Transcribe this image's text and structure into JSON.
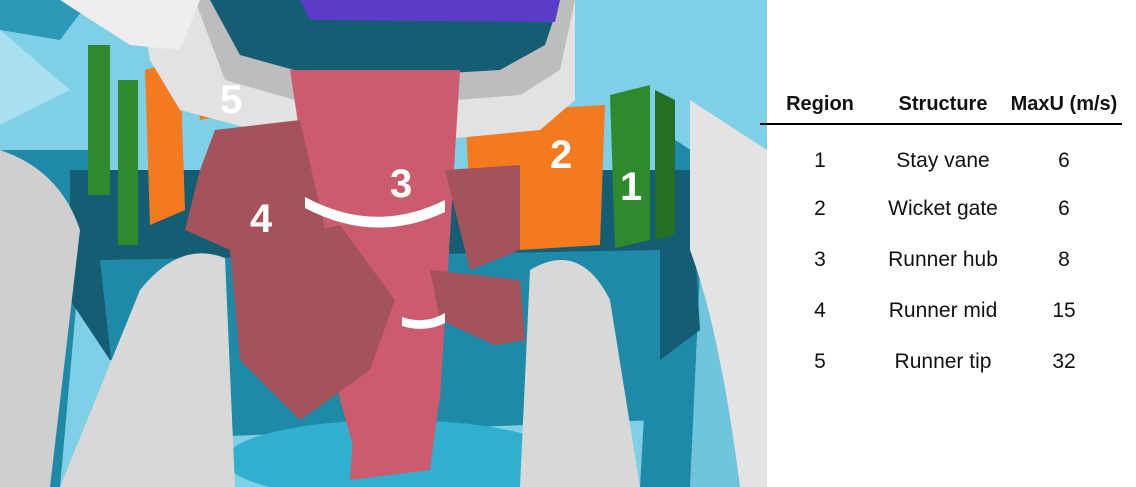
{
  "diagram": {
    "region_labels": [
      "1",
      "2",
      "3",
      "4",
      "5"
    ],
    "colors": {
      "background": "#7fcfe6",
      "pit_teal": "#1e8aa8",
      "pit_dark": "#145d73",
      "stay_vane": "#2f8a2e",
      "wicket_gate": "#f47a1f",
      "runner_hub": "#cd5b6e",
      "runner_blade": "#a5535a",
      "housing_grey": "#d8d8d8",
      "generator_top": "#5b3cc8"
    }
  },
  "table": {
    "headers": [
      "Region",
      "Structure",
      "MaxU (m/s)"
    ],
    "rows": [
      [
        "1",
        "Stay vane",
        "6"
      ],
      [
        "2",
        "Wicket gate",
        "6"
      ],
      [
        "3",
        "Runner hub",
        "8"
      ],
      [
        "4",
        "Runner mid",
        "15"
      ],
      [
        "5",
        "Runner tip",
        "32"
      ]
    ]
  }
}
